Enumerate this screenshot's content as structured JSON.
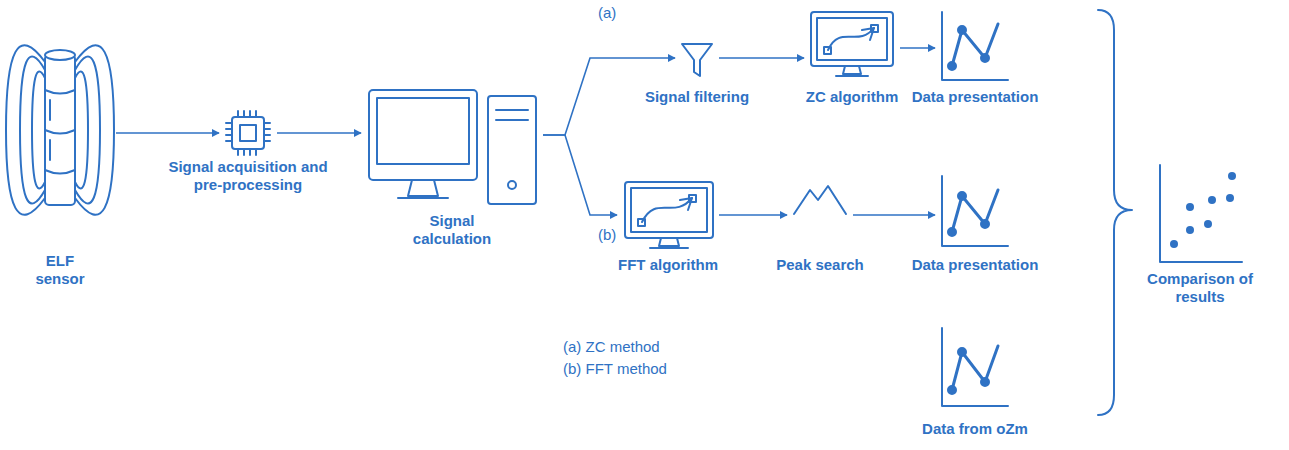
{
  "diagram": {
    "nodes": [
      {
        "text": [
          "ELF sensor"
        ]
      },
      {
        "text": [
          "Signal acquisition and pre-processing"
        ]
      },
      {
        "text": [
          "Signal calculation"
        ]
      },
      {
        "text": [
          "Signal filtering"
        ]
      },
      {
        "text": [
          "ZC algorithm"
        ]
      },
      {
        "text": [
          "Data presentation"
        ]
      },
      {
        "text": [
          "FFT algorithm"
        ]
      },
      {
        "text": [
          "Peak search"
        ]
      },
      {
        "text": [
          "Data presentation"
        ]
      },
      {
        "text": [
          "Data from oZm"
        ]
      },
      {
        "text": [
          "Comparison of results"
        ]
      }
    ],
    "edges": [
      {
        "from": 0,
        "to": 1,
        "arrow": "to"
      },
      {
        "from": 1,
        "to": 2,
        "arrow": "to"
      },
      {
        "from": 2,
        "to": 3,
        "arrow": "to"
      },
      {
        "from": 3,
        "to": 4,
        "arrow": "to"
      },
      {
        "from": 4,
        "to": 5,
        "arrow": "to"
      },
      {
        "from": 2,
        "to": 6,
        "arrow": "to"
      },
      {
        "from": 6,
        "to": 7,
        "arrow": "to"
      },
      {
        "from": 7,
        "to": 8,
        "arrow": "to"
      }
    ],
    "labels": [
      "(a)",
      "(b)",
      "(a) ZC method",
      "(b) FFT method"
    ]
  }
}
